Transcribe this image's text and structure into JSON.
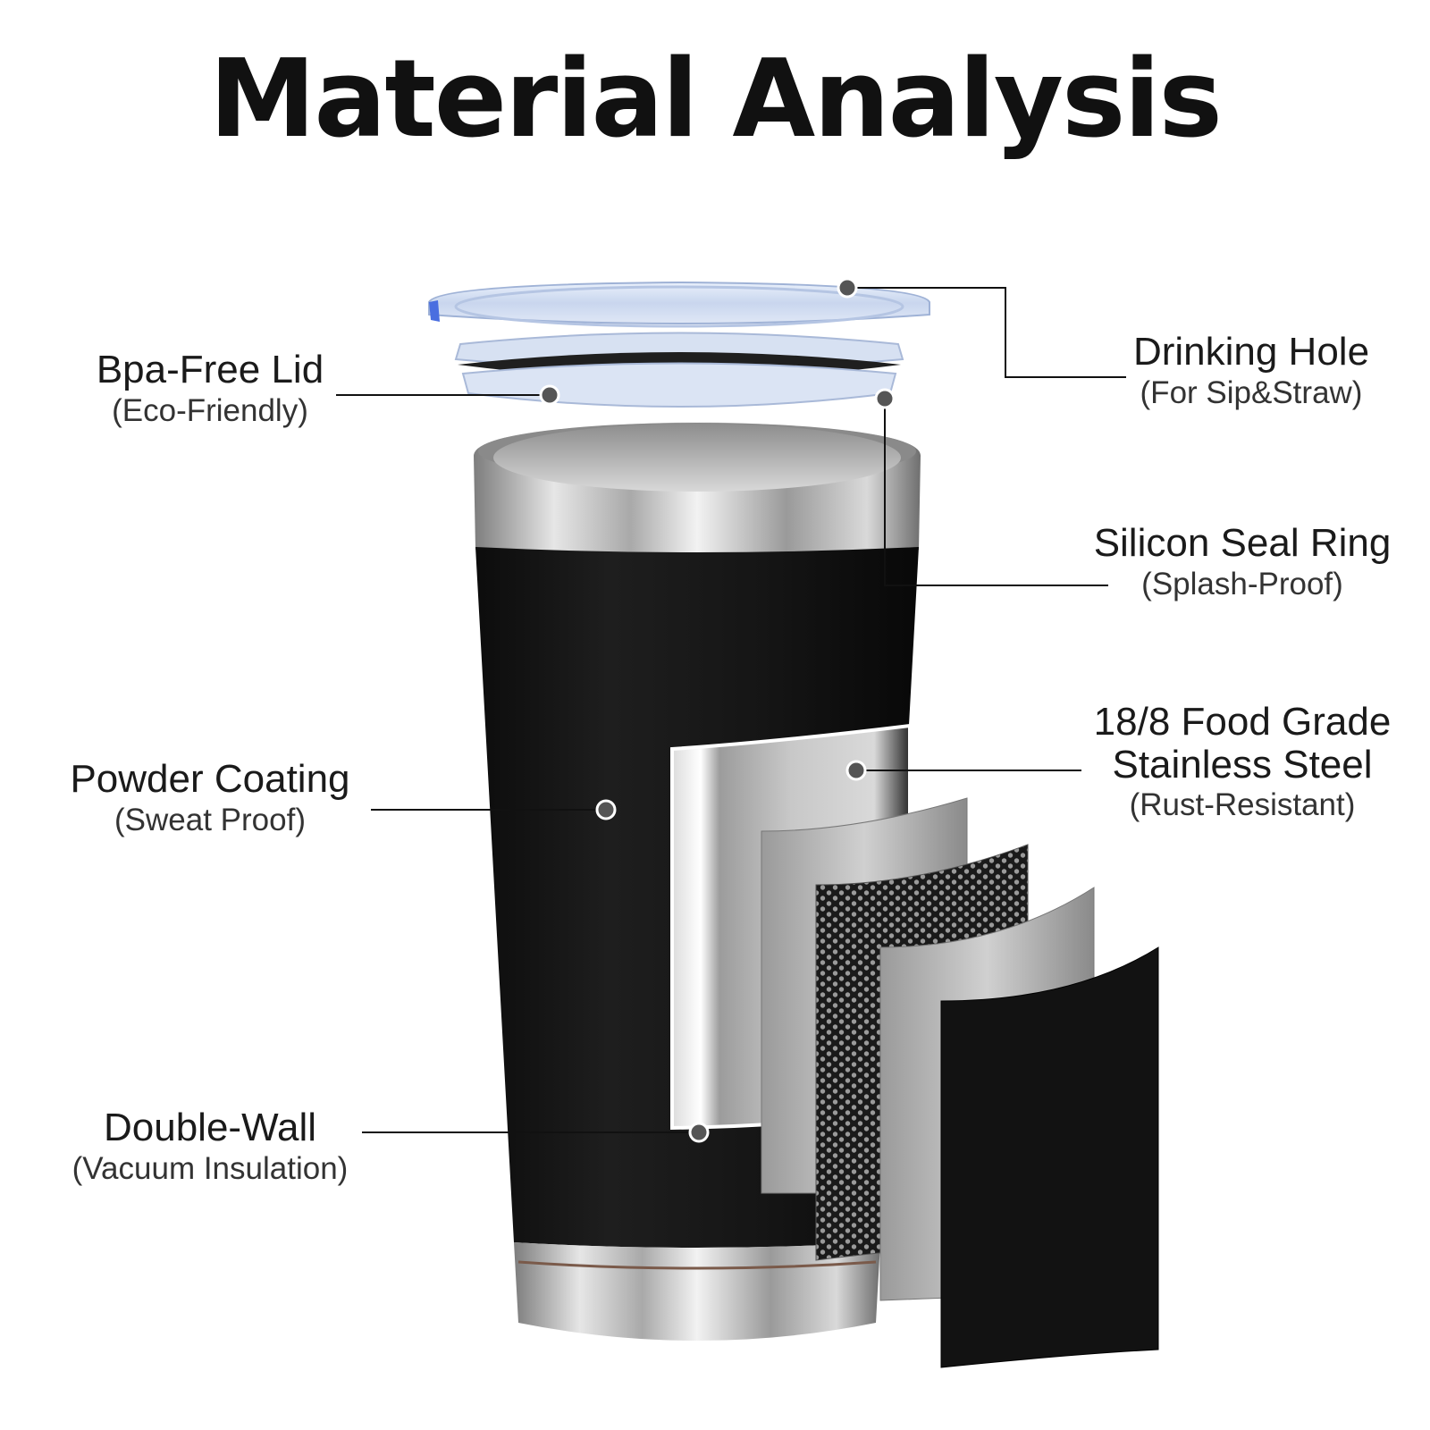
{
  "title": "Material Analysis",
  "colors": {
    "coating": "#141414",
    "steel": "#b9b9b9",
    "lid_blue": "#4a6ee0",
    "leader": "#111111",
    "dot": "#555555"
  },
  "callouts": {
    "bpa_free_lid": {
      "main": "Bpa-Free Lid",
      "sub": "(Eco-Friendly)"
    },
    "drinking_hole": {
      "main": "Drinking Hole",
      "sub": "(For Sip&Straw)"
    },
    "silicon_seal_ring": {
      "main": "Silicon Seal Ring",
      "sub": "(Splash-Proof)"
    },
    "stainless_steel": {
      "main_line1": "18/8 Food Grade",
      "main_line2": "Stainless Steel",
      "sub": "(Rust-Resistant)"
    },
    "powder_coating": {
      "main": "Powder Coating",
      "sub": "(Sweat Proof)"
    },
    "double_wall": {
      "main": "Double-Wall",
      "sub": "(Vacuum Insulation)"
    }
  }
}
